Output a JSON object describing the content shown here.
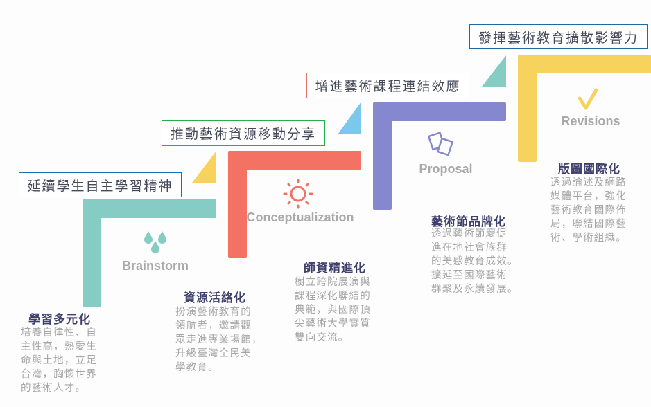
{
  "colors": {
    "teal": "#85ccc5",
    "coral": "#f47264",
    "purple": "#8587cf",
    "yellow": "#f7d35e",
    "sky": "#7cc7ec",
    "heading": "#3e3f6b",
    "body": "#a6a6a6"
  },
  "goals": [
    {
      "text": "延續學生自主學習精神",
      "border": "#1a6fb5"
    },
    {
      "text": "推動藝術資源移動分享",
      "border": "#21b04b"
    },
    {
      "text": "增進藝術課程連結效應",
      "border": "#e8736a"
    },
    {
      "text": "發揮藝術教育擴散影響力",
      "border": "#1e6a9e"
    }
  ],
  "stages": [
    {
      "name": "Brainstorm",
      "icon": "water-drops-icon"
    },
    {
      "name": "Conceptualization",
      "icon": "sun-icon"
    },
    {
      "name": "Proposal",
      "icon": "papers-icon"
    },
    {
      "name": "Revisions",
      "icon": "checkmark-icon"
    }
  ],
  "items": [
    {
      "title": "學習多元化",
      "lines": [
        "培養自律性、自",
        "主性高，熱愛生",
        "命與土地，立足",
        "台灣，胸懷世界",
        "的藝術人才。"
      ]
    },
    {
      "title": "資源活絡化",
      "lines": [
        "扮演藝術教育的",
        "領航者，邀請觀",
        "眾走進專業場館，",
        "升級臺灣全民美",
        "學教育。"
      ]
    },
    {
      "title": "師資精進化",
      "lines": [
        "樹立跨院展演與",
        "課程深化聯結的",
        "典範，與國際頂",
        "尖藝術大學實質",
        "雙向交流。"
      ]
    },
    {
      "title": "藝術節品牌化",
      "lines": [
        "透過藝術節慶促",
        "進在地社會族群",
        "的美感教育成效。",
        "擴延至國際藝術",
        "群聚及永續發展。"
      ]
    },
    {
      "title": "版圖國際化",
      "lines": [
        "透過論述及網路",
        "媒體平台，強化",
        "藝術教育國際佈",
        "局，聯結國際藝",
        "術、學術組織。"
      ]
    }
  ]
}
